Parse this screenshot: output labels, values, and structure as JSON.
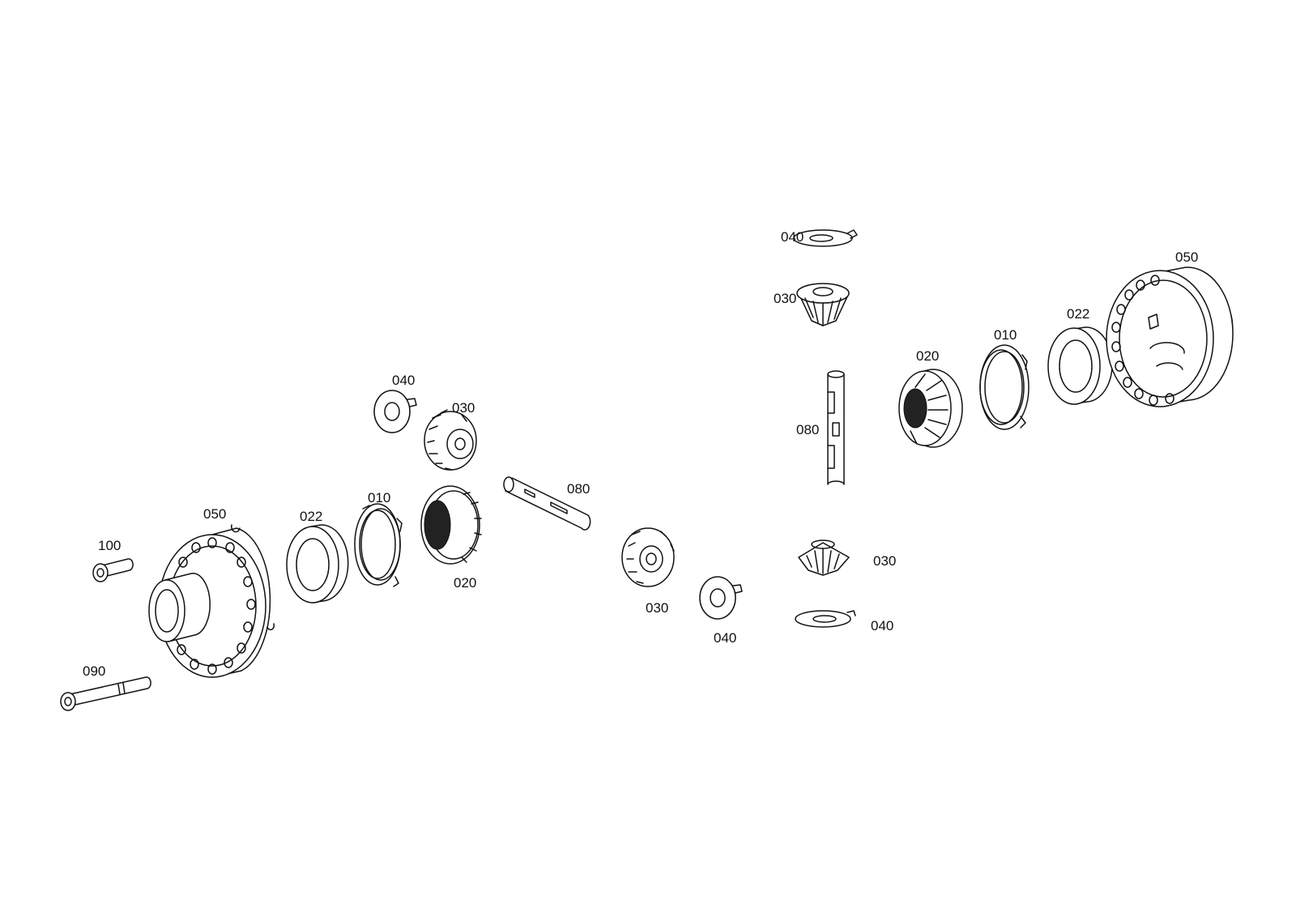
{
  "labels": {
    "l100": "100",
    "l090": "090",
    "l050_left": "050",
    "l022_left": "022",
    "l010_left": "010",
    "l040_top_left": "040",
    "l030_top_left": "030",
    "l020_left": "020",
    "l080_left": "080",
    "l030_bottom_mid": "030",
    "l040_bottom_mid": "040",
    "l040_top_right": "040",
    "l030_top_right": "030",
    "l080_right": "080",
    "l030_bottom_right": "030",
    "l040_bottom_right": "040",
    "l020_right": "020",
    "l010_right": "010",
    "l022_right": "022",
    "l050_right": "050"
  },
  "colors": {
    "line": "#111111",
    "background": "#ffffff"
  }
}
